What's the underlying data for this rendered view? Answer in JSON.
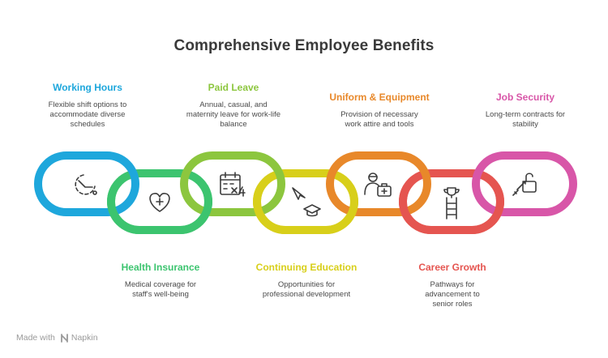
{
  "title": "Comprehensive Employee Benefits",
  "benefits": [
    {
      "title": "Working Hours",
      "description": "Flexible shift options to accommodate diverse schedules",
      "color": "#1ea7dc",
      "icon": "clock-icon"
    },
    {
      "title": "Health Insurance",
      "description": "Medical coverage for staff's well-being",
      "color": "#3cc46f",
      "icon": "heart-plus-icon"
    },
    {
      "title": "Paid Leave",
      "description": "Annual, casual, and maternity leave for work-life balance",
      "color": "#8cc63e",
      "icon": "calendar-x4-icon"
    },
    {
      "title": "Continuing Education",
      "description": "Opportunities for professional development",
      "color": "#d8cf1a",
      "icon": "graduation-cap-icon"
    },
    {
      "title": "Uniform & Equipment",
      "description": "Provision of necessary work attire and tools",
      "color": "#e8882a",
      "icon": "doctor-kit-icon"
    },
    {
      "title": "Career Growth",
      "description": "Pathways for advancement to senior roles",
      "color": "#e55550",
      "icon": "ladder-trophy-icon"
    },
    {
      "title": "Job Security",
      "description": "Long-term contracts for stability",
      "color": "#d856a8",
      "icon": "unlocked-padlock-icon"
    }
  ],
  "footer": {
    "made_with": "Made with",
    "brand": "Napkin"
  }
}
